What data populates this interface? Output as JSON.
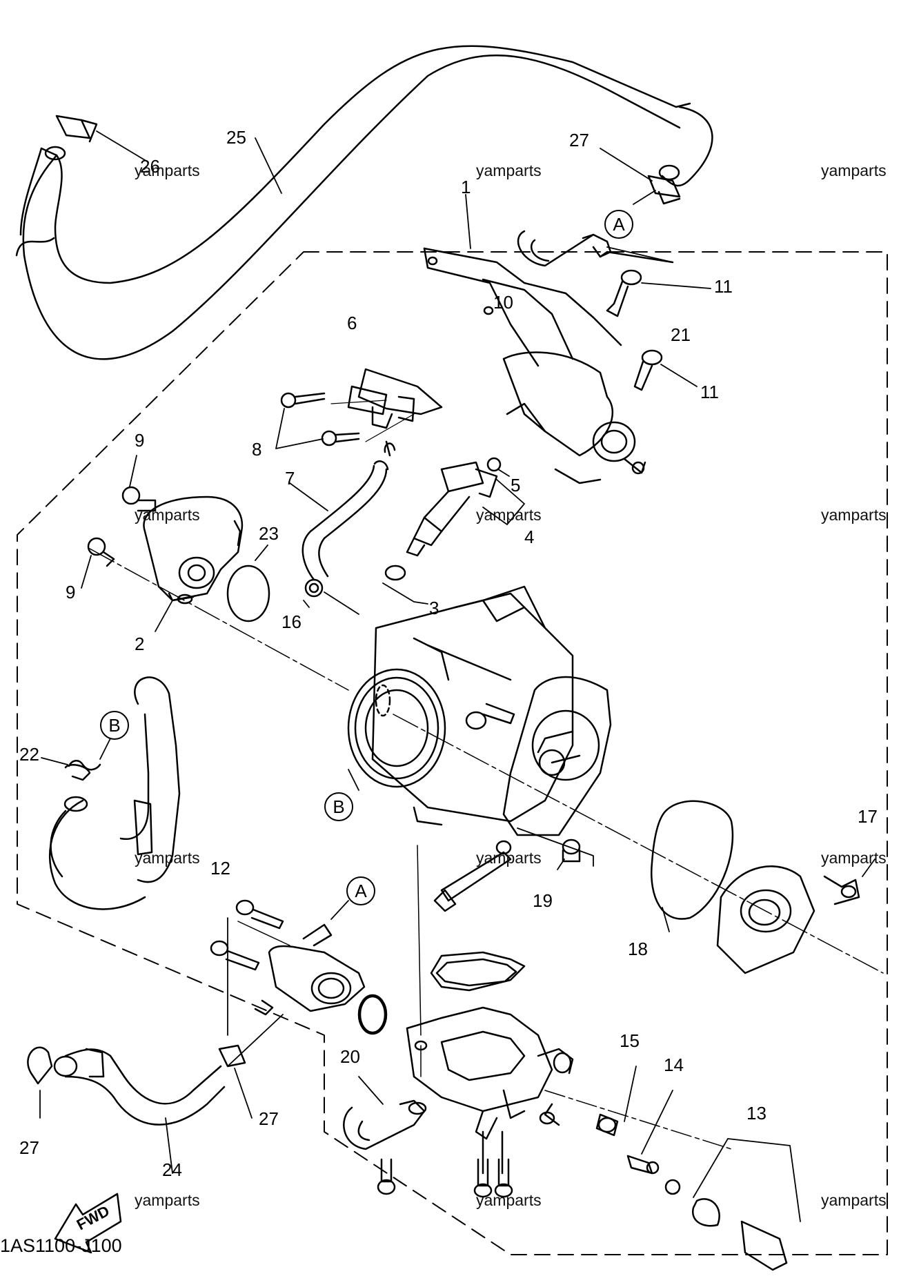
{
  "diagram_code": "1AS1100-J100",
  "watermark_text": "yamparts",
  "callouts": {
    "c1": "1",
    "c2": "2",
    "c3": "3",
    "c4": "4",
    "c5": "5",
    "c6": "6",
    "c7": "7",
    "c8": "8",
    "c9a": "9",
    "c9b": "9",
    "c10": "10",
    "c11a": "11",
    "c11b": "11",
    "c12": "12",
    "c13": "13",
    "c14": "14",
    "c15": "15",
    "c16": "16",
    "c17": "17",
    "c18": "18",
    "c19": "19",
    "c20": "20",
    "c21": "21",
    "c22": "22",
    "c23": "23",
    "c24": "24",
    "c25": "25",
    "c26": "26",
    "c27a": "27",
    "c27b": "27",
    "c27c": "27"
  },
  "ref_markers": {
    "a_top": "A",
    "a_mid": "A",
    "b_left": "B",
    "b_center": "B"
  },
  "fwd_label": "FWD"
}
